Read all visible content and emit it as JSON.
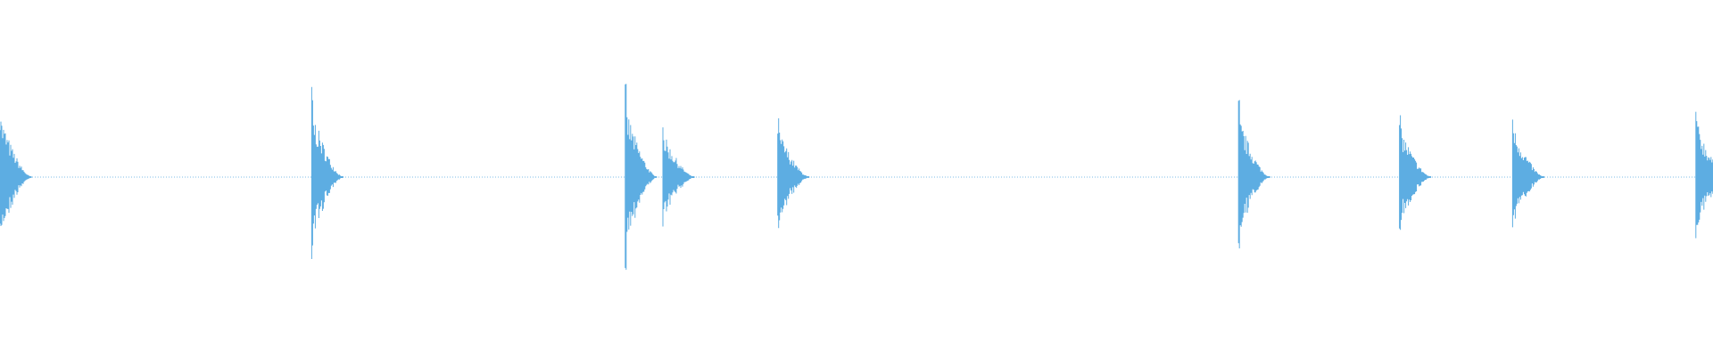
{
  "waveform": {
    "color": "#5dade2",
    "background": "#ffffff",
    "hits": [
      {
        "time": 0.0,
        "peak": 0.48
      },
      {
        "time": 0.182,
        "peak": 0.52
      },
      {
        "time": 0.365,
        "peak": 0.55
      },
      {
        "time": 0.387,
        "peak": 0.34
      },
      {
        "time": 0.454,
        "peak": 0.38
      },
      {
        "time": 0.723,
        "peak": 0.47
      },
      {
        "time": 0.817,
        "peak": 0.4
      },
      {
        "time": 0.883,
        "peak": 0.4
      },
      {
        "time": 0.99,
        "peak": 0.44
      }
    ]
  }
}
